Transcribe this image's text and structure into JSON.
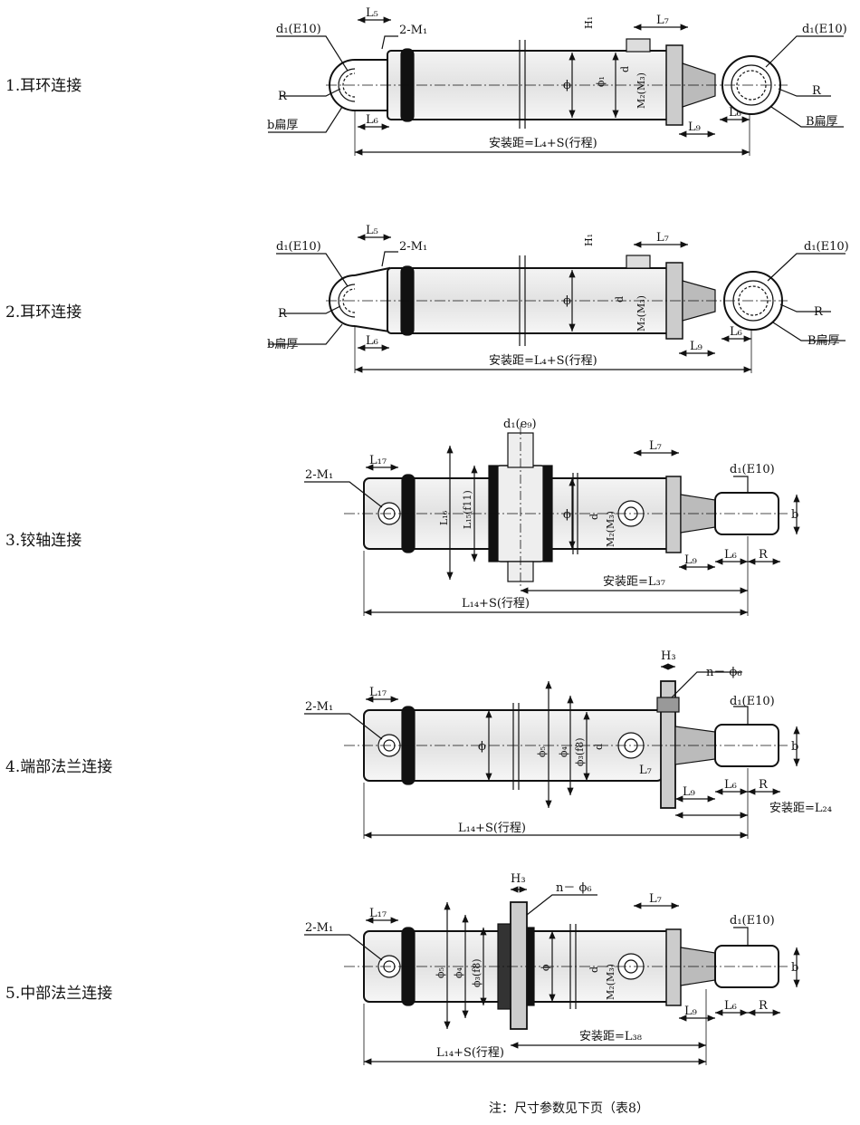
{
  "rows": [
    {
      "label": "1.耳环连接"
    },
    {
      "label": "2.耳环连接"
    },
    {
      "label": "3.铰轴连接"
    },
    {
      "label": "4.端部法兰连接"
    },
    {
      "label": "5.中部法兰连接"
    }
  ],
  "dims": {
    "d1_E10": "d₁(E10)",
    "d1_e9": "d₁(e₉)",
    "M1_2": "2-M₁",
    "R": "R",
    "b_flat": "b扁厚",
    "B_flat": "B扁厚",
    "b": "b",
    "L5": "L₅",
    "L6": "L₆",
    "L7": "L₇",
    "L9": "L₉",
    "L16": "L₁₆",
    "L17": "L₁₇",
    "L15_f11": "L₁₅(f11)",
    "H1": "H₁",
    "H3": "H₃",
    "n_phi6": "n－ ϕ₆",
    "phi": "ϕ",
    "phi1": "ϕ₁",
    "phi3_f8": "ϕ₃(f8)",
    "phi4": "ϕ₄",
    "phi5": "ϕ₅",
    "d": "d",
    "M2_M3": "M₂(M₃)",
    "install_1": "安装距=L₄+S(行程)",
    "install_2": "安装距=L₄+S(行程)",
    "install_3": "安装距=L₃₇",
    "install_4": "安装距=L₂₄",
    "install_5": "安装距=L₃₈",
    "stroke_total": "L₁₄+S(行程)"
  },
  "note": "注：尺寸参数见下页（表8）"
}
